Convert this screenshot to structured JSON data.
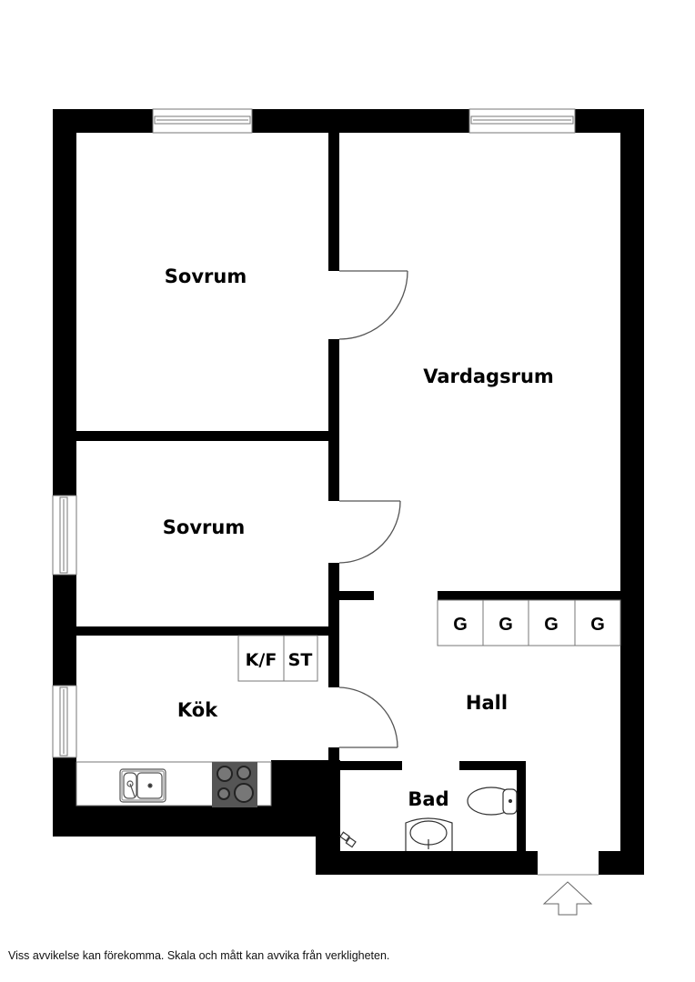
{
  "floor_plan": {
    "rooms": [
      {
        "id": "sovrum-1",
        "label": "Sovrum"
      },
      {
        "id": "sovrum-2",
        "label": "Sovrum"
      },
      {
        "id": "vardagsrum",
        "label": "Vardagsrum"
      },
      {
        "id": "kok",
        "label": "Kök"
      },
      {
        "id": "hall",
        "label": "Hall"
      },
      {
        "id": "bad",
        "label": "Bad"
      }
    ],
    "fixtures": {
      "fridge_freezer": "K/F",
      "storage": "ST",
      "wardrobes": [
        "G",
        "G",
        "G",
        "G"
      ]
    },
    "symbols": [
      "window-top-left",
      "window-top-right",
      "window-left-upper",
      "window-left-lower",
      "door-sovrum-1",
      "door-sovrum-2",
      "door-kok",
      "sink",
      "stove",
      "toilet",
      "washbasin",
      "shower-tap",
      "entrance-arrow"
    ],
    "colors": {
      "wall": "#000000",
      "stove": "#555555",
      "outline": "#666666"
    }
  },
  "footer": {
    "disclaimer": "Viss avvikelse kan förekomma. Skala och mått kan avvika från verkligheten."
  }
}
